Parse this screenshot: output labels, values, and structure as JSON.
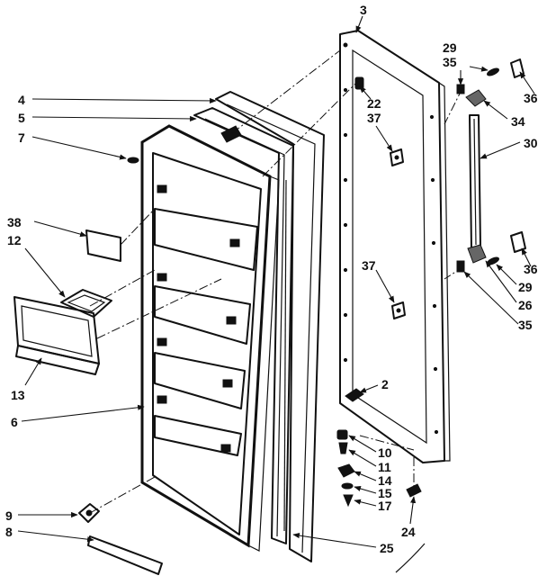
{
  "callouts": {
    "c3": "3",
    "c4": "4",
    "c5": "5",
    "c7": "7",
    "c22": "22",
    "c37a": "37",
    "c29a": "29",
    "c35a": "35",
    "c36a": "36",
    "c34": "34",
    "c30": "30",
    "c38": "38",
    "c12": "12",
    "c37b": "37",
    "c36b": "36",
    "c29b": "29",
    "c26": "26",
    "c35b": "35",
    "c13": "13",
    "c6": "6",
    "c2": "2",
    "c10": "10",
    "c11": "11",
    "c14": "14",
    "c15": "15",
    "c17": "17",
    "c9": "9",
    "c8": "8",
    "c24": "24",
    "c25": "25"
  }
}
